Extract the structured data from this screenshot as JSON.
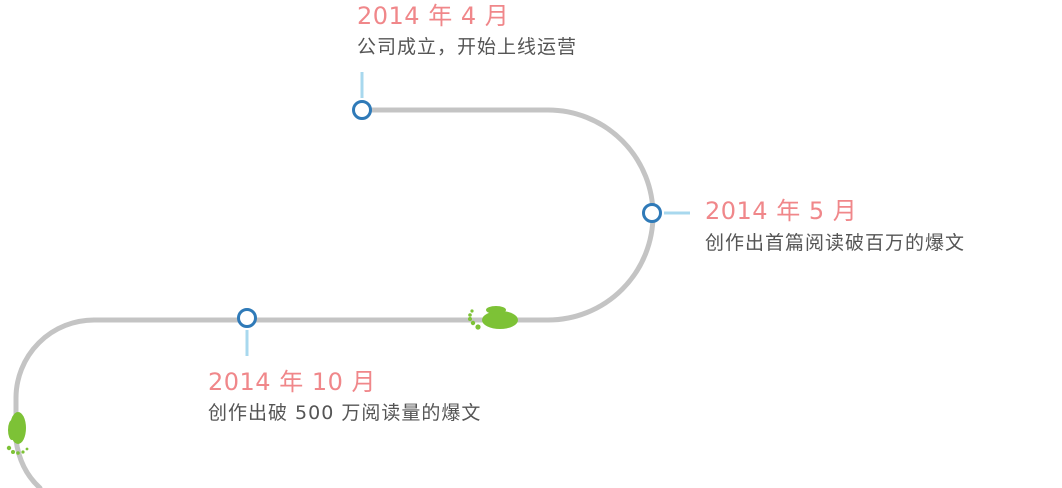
{
  "timeline": {
    "milestones": [
      {
        "date": "2014 年 4 月",
        "description": "公司成立，开始上线运营"
      },
      {
        "date": "2014 年 5 月",
        "description": "创作出首篇阅读破百万的爆文"
      },
      {
        "date": "2014 年 10 月",
        "description": "创作出破 500 万阅读量的爆文"
      }
    ],
    "colors": {
      "path": "#c4c4c4",
      "node_stroke": "#2f7ab8",
      "connector": "#a8d8ee",
      "date_text": "#f0878a",
      "desc_text": "#555555",
      "footprint": "#7dc236"
    },
    "icons": [
      "footprint-icon",
      "footprint-icon"
    ]
  }
}
